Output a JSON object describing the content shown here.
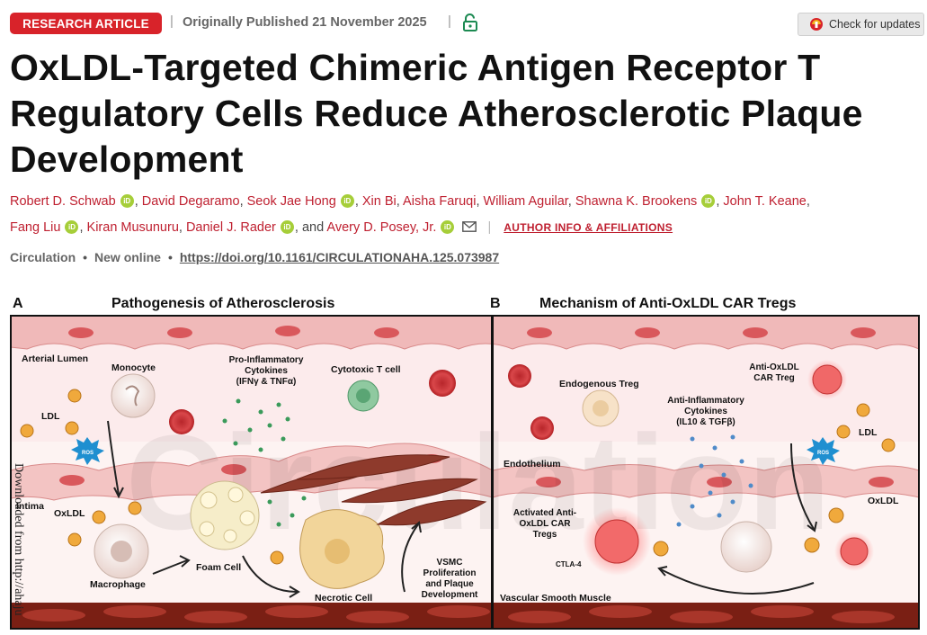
{
  "header": {
    "badge": "RESEARCH ARTICLE",
    "published": "Originally Published 21 November 2025",
    "open_access_icon": "unlock-icon",
    "check_updates": "Check for updates"
  },
  "article": {
    "title": "OxLDL-Targeted Chimeric Antigen Receptor T Regulatory Cells Reduce Atherosclerotic Plaque Development",
    "authors": [
      "Robert D. Schwab",
      "David Degaramo",
      "Seok Jae Hong",
      "Xin Bi",
      "Aisha Faruqi",
      "William Aguilar",
      "Shawna K. Brookens",
      "John T. Keane",
      "Fang Liu",
      "Kiran Musunuru",
      "Daniel J. Rader",
      "Avery D. Posey, Jr."
    ],
    "and_word": "and",
    "orcid_badge": "iD",
    "affiliations_link": "AUTHOR INFO & AFFILIATIONS",
    "journal": "Circulation",
    "status": "New online",
    "doi": "https://doi.org/10.1161/CIRCULATIONAHA.125.073987"
  },
  "figure": {
    "panel_a": {
      "letter": "A",
      "title": "Pathogenesis of Atherosclerosis",
      "labels": {
        "lumen": "Arterial Lumen",
        "monocyte": "Monocyte",
        "cytokines": [
          "Pro-Inflammatory",
          "Cytokines",
          "(IFNγ & TNFα)"
        ],
        "cytotoxic": "Cytotoxic T cell",
        "ldl": "LDL",
        "ros": "ROS",
        "intima": "Intima",
        "oxldl": "OxLDL",
        "macrophage": "Macrophage",
        "foam": "Foam Cell",
        "necrotic": "Necrotic Cell",
        "vsmc": [
          "VSMC",
          "Proliferation",
          "and Plaque",
          "Development"
        ]
      }
    },
    "panel_b": {
      "letter": "B",
      "title": "Mechanism of Anti-OxLDL CAR Tregs",
      "labels": {
        "endogenous": "Endogenous Treg",
        "anti_cytokines": [
          "Anti-Inflammatory",
          "Cytokines",
          "(IL10 & TGFβ)"
        ],
        "car_treg": [
          "Anti-OxLDL",
          "CAR Treg"
        ],
        "ldl": "LDL",
        "ros": "ROS",
        "endothelium": "Endothelium",
        "oxldl": "OxLDL",
        "activated": [
          "Activated Anti-",
          "OxLDL CAR",
          "Tregs"
        ],
        "ctla4": "CTLA-4",
        "vsm": "Vascular Smooth Muscle"
      }
    },
    "watermark": "Circulation",
    "download_note": "Downloaded from http://ahaju"
  },
  "colors": {
    "brand_red": "#d8232a",
    "author_red": "#bf2030",
    "orcid_green": "#a6ce39",
    "endothelium": "#f0b9b9",
    "muscle": "#7a1f14"
  }
}
